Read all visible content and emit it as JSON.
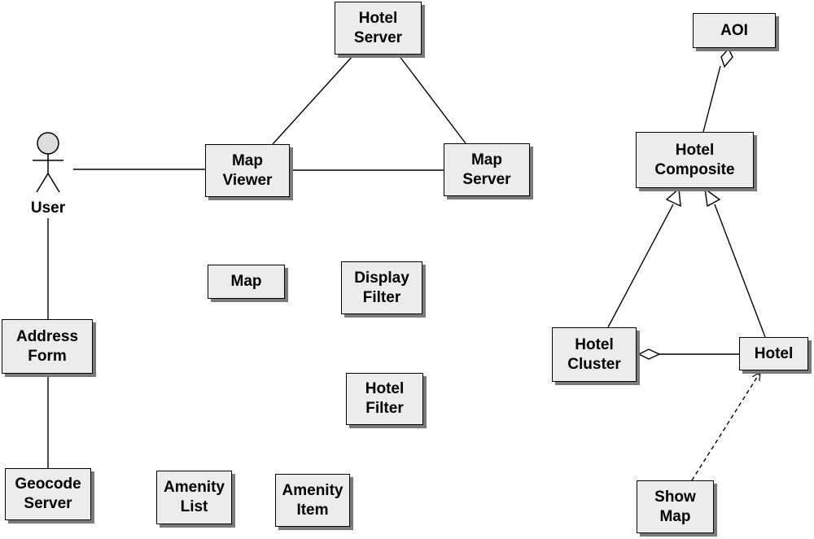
{
  "nodes": {
    "hotel_server": "Hotel\nServer",
    "aoi": "AOI",
    "map_viewer": "Map\nViewer",
    "map_server": "Map\nServer",
    "hotel_composite": "Hotel\nComposite",
    "map": "Map",
    "display_filter": "Display\nFilter",
    "address_form": "Address\nForm",
    "hotel_cluster": "Hotel\nCluster",
    "hotel": "Hotel",
    "hotel_filter": "Hotel\nFilter",
    "geocode_server": "Geocode\nServer",
    "amenity_list": "Amenity\nList",
    "amenity_item": "Amenity\nItem",
    "show_map": "Show\nMap"
  },
  "actor": {
    "label": "User"
  }
}
